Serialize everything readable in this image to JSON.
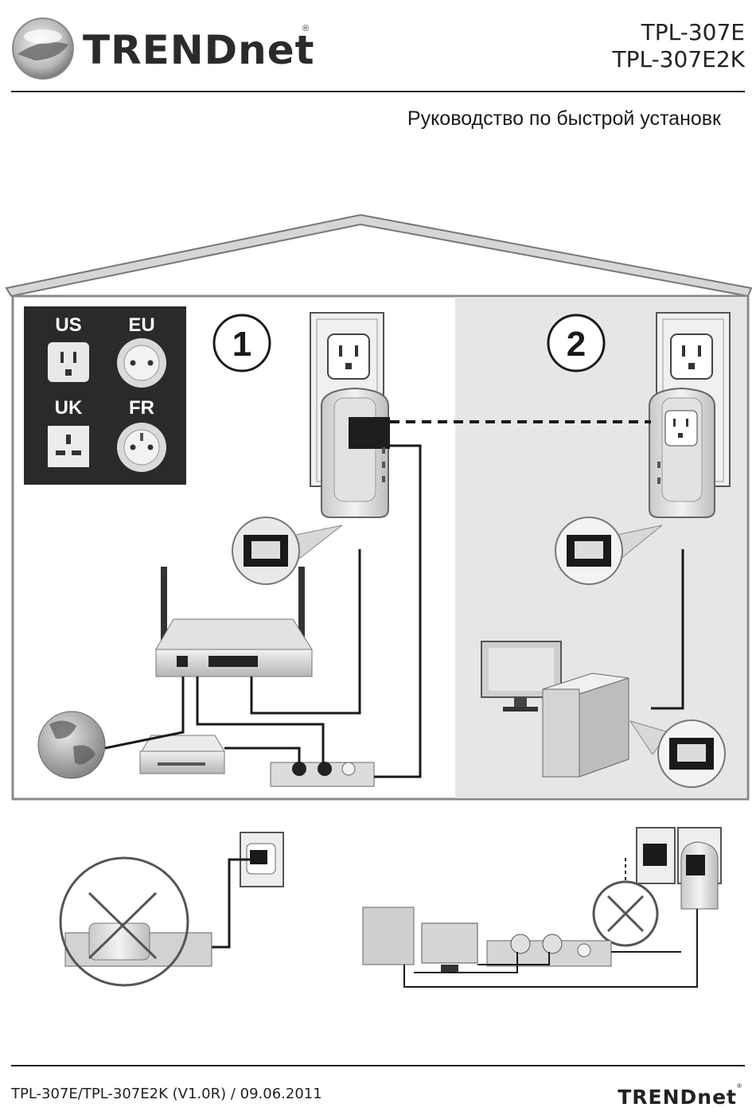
{
  "header": {
    "brand": "TRENDnet",
    "registered_mark": "®",
    "models": [
      "TPL-307E",
      "TPL-307E2K"
    ],
    "subtitle": "Руководство по быстрой установк"
  },
  "plug_types": [
    "US",
    "EU",
    "UK",
    "FR"
  ],
  "steps": [
    "1",
    "2"
  ],
  "footer": {
    "doc_info": "TPL-307E/TPL-307E2K (V1.0R) / 09.06.2011",
    "brand": "TRENDnet",
    "registered_mark": "®"
  },
  "icons": {
    "logo": "trendnet-globe-logo",
    "globe": "globe-icon",
    "modem": "modem-icon",
    "router": "router-icon",
    "adapter": "powerline-adapter-icon",
    "outlet": "wall-outlet-icon",
    "rj45": "rj45-port-icon",
    "pc": "desktop-pc-icon",
    "monitor": "monitor-icon",
    "power_strip": "power-strip-icon",
    "prohibited": "prohibited-x-icon"
  }
}
